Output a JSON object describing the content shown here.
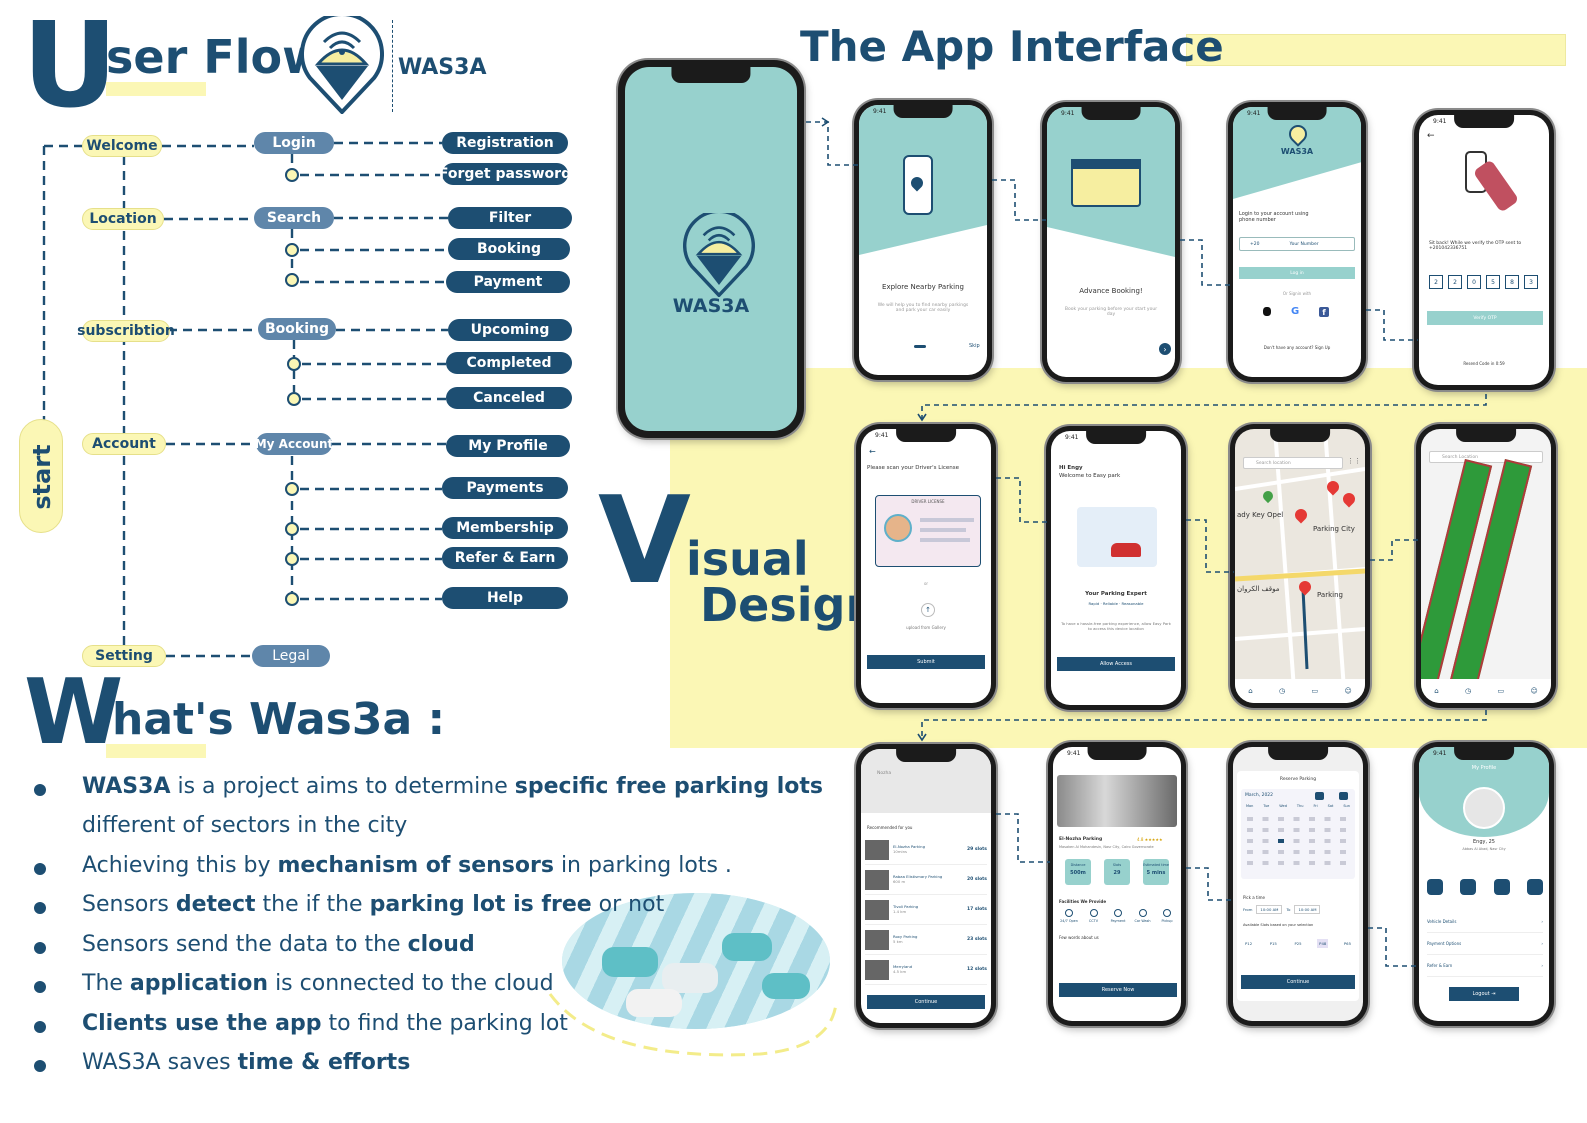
{
  "header": {
    "userflow_big": "U",
    "userflow_rest": "ser Flow",
    "brand": "WAS3A",
    "app_interface": "The App Interface"
  },
  "flow": {
    "start": "start",
    "welcome": "Welcome",
    "login": "Login",
    "registration": "Registration",
    "forget_password": "Forget password",
    "location": "Location",
    "search": "Search",
    "filter": "Filter",
    "booking_opt": "Booking",
    "payment": "Payment",
    "subscription": "subscribtion",
    "booking": "Booking",
    "upcoming": "Upcoming",
    "completed": "Completed",
    "canceled": "Canceled",
    "account": "Account",
    "my_account": "My Account",
    "my_profile": "My Profile",
    "payments": "Payments",
    "membership": "Membership",
    "refer_earn": "Refer & Earn",
    "help": "Help",
    "setting": "Setting",
    "legal": "Legal"
  },
  "visual": {
    "big": "V",
    "line1": "isual",
    "line2": "Design"
  },
  "whats": {
    "big": "W",
    "rest": "hat's Was3a :"
  },
  "bullets": [
    {
      "parts": [
        {
          "t": "WAS3A",
          "b": true
        },
        {
          "t": " is a project aims to determine ",
          "b": false
        },
        {
          "t": "specific free parking lots",
          "b": true
        }
      ]
    },
    {
      "parts": [
        {
          "t": "different of sectors in the city",
          "b": false
        }
      ]
    },
    {
      "parts": [
        {
          "t": "Achieving this by ",
          "b": false
        },
        {
          "t": "mechanism of sensors",
          "b": true
        },
        {
          "t": " in parking lots .",
          "b": false
        }
      ]
    },
    {
      "parts": [
        {
          "t": "Sensors ",
          "b": false
        },
        {
          "t": "detect",
          "b": true
        },
        {
          "t": " the if the ",
          "b": false
        },
        {
          "t": "parking lot is free",
          "b": true
        },
        {
          "t": " or not",
          "b": false
        }
      ]
    },
    {
      "parts": [
        {
          "t": "Sensors send the data to the ",
          "b": false
        },
        {
          "t": "cloud",
          "b": true
        }
      ]
    },
    {
      "parts": [
        {
          "t": "The ",
          "b": false
        },
        {
          "t": "application",
          "b": true
        },
        {
          "t": " is connected to the cloud",
          "b": false
        }
      ]
    },
    {
      "parts": [
        {
          "t": "Clients use the app",
          "b": true
        },
        {
          "t": " to find the parking lot",
          "b": false
        }
      ]
    },
    {
      "parts": [
        {
          "t": "WAS3A saves ",
          "b": false
        },
        {
          "t": "time & efforts",
          "b": true
        }
      ]
    }
  ],
  "phones": {
    "time": "9:41",
    "splash_brand": "WAS3A",
    "explore_title": "Explore Nearby Parking",
    "explore_sub": "We will help you to find nearby parkings and park your car easily",
    "skip": "Skip",
    "advance_title": "Advance Booking!",
    "advance_sub": "Book your parking before your start your day",
    "login_brand": "WAS3A",
    "login_text": "Login to your account using phone number",
    "login_code": "+20",
    "login_placeholder": "Your Number",
    "login_btn": "Log in",
    "login_or": "Or Signin with",
    "login_signup": "Don't have any account? Sign Up",
    "otp_text": "Sit back! While we verify the OTP sent to +201042336751",
    "otp_digits": [
      "2",
      "2",
      "0",
      "5",
      "8",
      "3"
    ],
    "otp_btn": "Verify OTP",
    "otp_resend": "Resend Code in 0:59",
    "license_title": "Please scan your Driver's License",
    "license_card": "DRIVER LICENSE",
    "license_or": "or",
    "license_upload": "upload from Gallery",
    "license_btn": "Submit",
    "welcome_hi": "Hi Engy",
    "welcome_text": "Welcome to Easy park",
    "expert_title": "Your Parking Expert",
    "expert_tags": "Rapid · Reliable · Reasonable",
    "expert_sub": "To have a hassle-free parking experience, allow Easy Park to access this device location",
    "expert_btn": "Allow Access",
    "map_search": "Search location",
    "map_lbl1": "ady Key Opel",
    "map_lbl2": "Parking City",
    "map_lbl3": "موقف الكروان",
    "map_lbl4": "Parking",
    "map2_search": "Search Location",
    "list_search": "Nozha",
    "list_header": "Recommended for you",
    "list_items": [
      {
        "name": "El-Nozha Parking",
        "sub": "10mins",
        "slots": "29 slots"
      },
      {
        "name": "Rabaa Elistismary Parking",
        "sub": "600 m",
        "slots": "20 slots"
      },
      {
        "name": "Tivoli Parking",
        "sub": "1.4 km",
        "slots": "17 slots"
      },
      {
        "name": "Roxy Parking",
        "sub": "5 km",
        "slots": "23 slots"
      },
      {
        "name": "Merryland",
        "sub": "4.5 km",
        "slots": "12 slots"
      }
    ],
    "list_btn": "Continue",
    "detail_name": "El-Nozha Parking",
    "detail_rating": "4.8 ★★★★★",
    "detail_addr": "Masaken Al Mohandesin, Nasr City, Cairo Governorate",
    "detail_stats": [
      {
        "k": "Distance",
        "v": "500m"
      },
      {
        "k": "Slots",
        "v": "29"
      },
      {
        "k": "Estimated time",
        "v": "5 mins"
      }
    ],
    "facilities_title": "Facilities We Provide",
    "facilities": [
      "24/7 Open",
      "CCTV",
      "Payment",
      "Car Wash",
      "Pickup"
    ],
    "detail_about": "Few words about us",
    "detail_btn": "Reserve Now",
    "reserve_title": "Reserve Parking",
    "reserve_month": "March, 2022",
    "weekdays": [
      "Mon",
      "Tue",
      "Wed",
      "Thu",
      "Fri",
      "Sat",
      "Sun"
    ],
    "pick_time": "Pick a time",
    "time_from_label": "From",
    "time_from": "10:00 AM",
    "time_to_label": "To",
    "time_to": "10:00 AM",
    "slots_title": "Available Slots based on your selection",
    "slot_codes": [
      "P12",
      "P15",
      "P25",
      "P48",
      "P65"
    ],
    "reserve_btn": "Continue",
    "profile_title": "My Profile",
    "profile_name": "Engy, 25",
    "profile_addr": "Abbas Al Akad, Nasr City",
    "profile_menu": [
      "Vehicle Details",
      "Payment Options",
      "Refer & Earn"
    ],
    "logout": "Logout"
  },
  "colors": {
    "navy": "#1d4e72",
    "teal": "#97d1cd",
    "yellow": "#fbf7b5",
    "mid": "#5f86aa"
  }
}
